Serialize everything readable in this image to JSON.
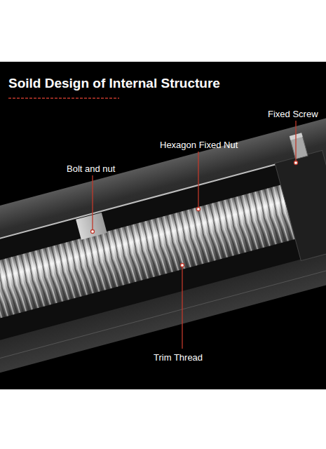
{
  "diagram": {
    "title": "Soild Design of Internal Structure",
    "labels": [
      "Fixed Screw",
      "Hexagon Fixed Nut",
      "Bolt and nut",
      "Trim Thread"
    ]
  }
}
